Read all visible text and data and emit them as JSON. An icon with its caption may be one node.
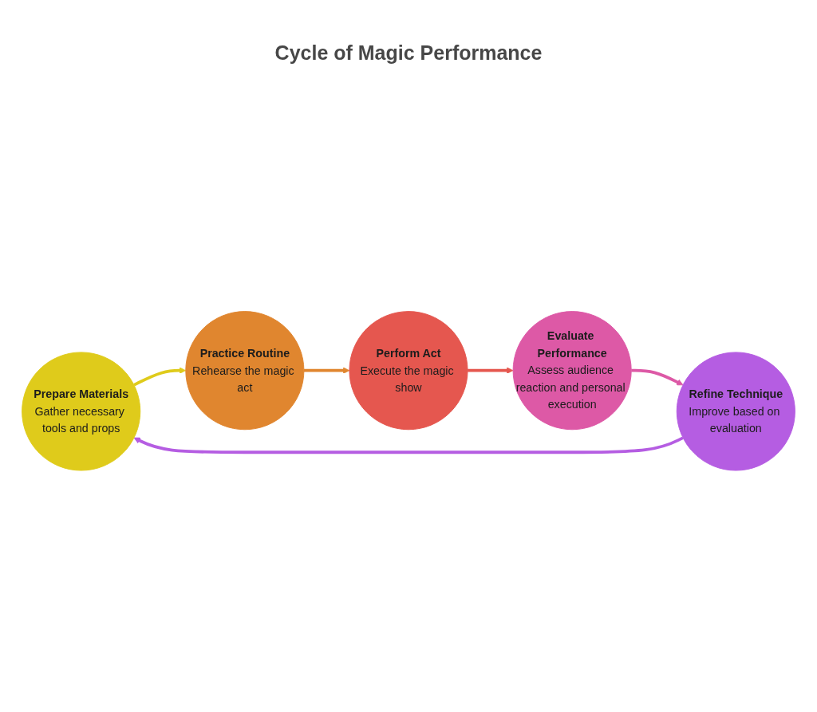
{
  "diagram": {
    "title": "Cycle of Magic Performance",
    "nodes": [
      {
        "text": [
          "Prepare Materials",
          "Gather necessary tools and props"
        ]
      },
      {
        "text": [
          "Practice Routine",
          "Rehearse the magic act"
        ]
      },
      {
        "text": [
          "Perform Act",
          "Execute the magic show"
        ]
      },
      {
        "text": [
          "Evaluate Performance",
          "Assess audience reaction and personal execution"
        ]
      },
      {
        "text": [
          "Refine Technique",
          "Improve based on evaluation"
        ]
      }
    ],
    "edges": [
      {
        "from": 0,
        "to": 1,
        "arrow": "to",
        "color": "#dfcb1b"
      },
      {
        "from": 1,
        "to": 2,
        "arrow": "to",
        "color": "#e0862f"
      },
      {
        "from": 2,
        "to": 3,
        "arrow": "to",
        "color": "#e5574f"
      },
      {
        "from": 3,
        "to": 4,
        "arrow": "to",
        "color": "#dd59a6"
      },
      {
        "from": 4,
        "to": 0,
        "arrow": "to",
        "color": "#b55de2"
      }
    ]
  }
}
